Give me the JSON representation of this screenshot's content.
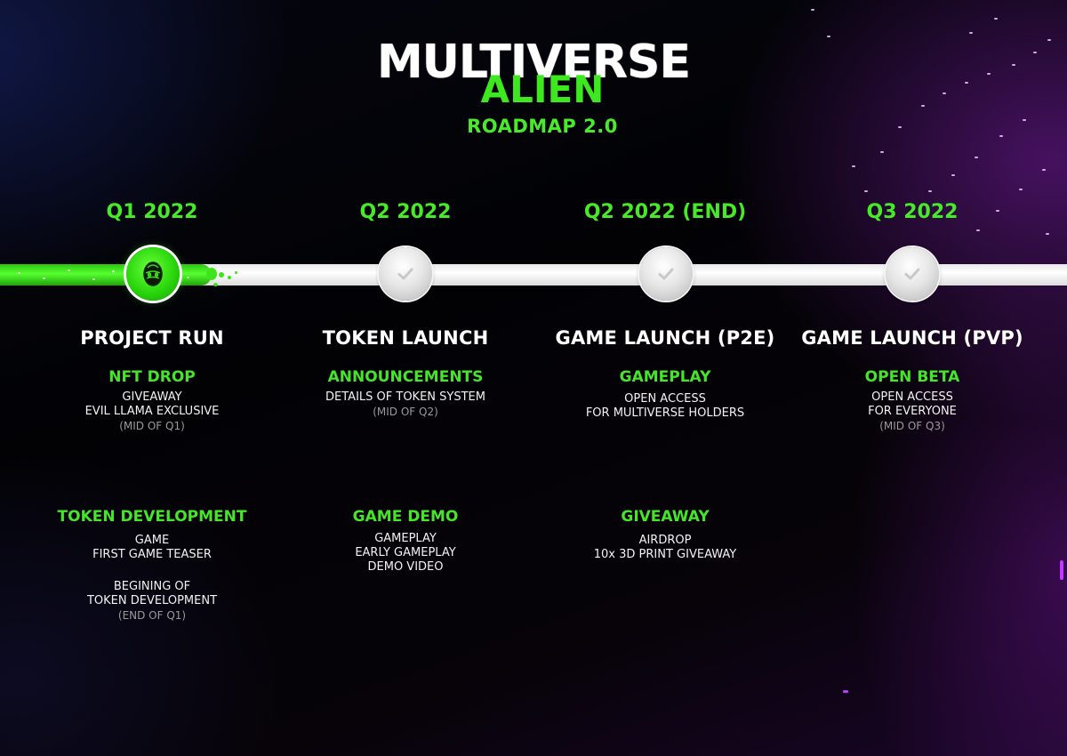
{
  "brand": {
    "title_top": "MULTIVERSE",
    "title_bottom": "ALIEN",
    "subtitle": "ROADMAP 2.0",
    "accent_color": "#3ee81e"
  },
  "timeline": {
    "active_color": "#3ee81e",
    "inactive_color": "#ffffff",
    "milestones": [
      {
        "quarter": "Q1 2022",
        "status": "active",
        "icon": "alien-icon"
      },
      {
        "quarter": "Q2 2022",
        "status": "upcoming",
        "icon": "check-icon"
      },
      {
        "quarter": "Q2 2022 (END)",
        "status": "upcoming",
        "icon": "check-icon"
      },
      {
        "quarter": "Q3 2022",
        "status": "upcoming",
        "icon": "check-icon"
      }
    ]
  },
  "phases": [
    {
      "heading": "PROJECT RUN",
      "blocks": [
        {
          "title": "NFT DROP",
          "lines": [
            "GIVEAWAY",
            "EVIL LLAMA EXCLUSIVE"
          ],
          "note": "(MID OF Q1)"
        },
        {
          "title": "TOKEN DEVELOPMENT",
          "lines": [
            "GAME",
            "FIRST GAME TEASER"
          ],
          "extra_lines": [
            "BEGINING OF",
            "TOKEN DEVELOPMENT"
          ],
          "note": "(END OF Q1)"
        }
      ]
    },
    {
      "heading": "TOKEN LAUNCH",
      "blocks": [
        {
          "title": "ANNOUNCEMENTS",
          "lines": [
            "DETAILS OF TOKEN SYSTEM"
          ],
          "note": "(MID OF Q2)"
        },
        {
          "title": "GAME DEMO",
          "lines": [
            "GAMEPLAY",
            "EARLY GAMEPLAY",
            "DEMO VIDEO"
          ]
        }
      ]
    },
    {
      "heading": "GAME LAUNCH (P2E)",
      "blocks": [
        {
          "title": "GAMEPLAY",
          "lines": [
            "OPEN ACCESS",
            "FOR MULTIVERSE HOLDERS"
          ]
        },
        {
          "title": "GIVEAWAY",
          "lines": [
            "AIRDROP",
            "10x 3D PRINT GIVEAWAY"
          ]
        }
      ]
    },
    {
      "heading": "GAME LAUNCH (PVP)",
      "blocks": [
        {
          "title": "OPEN BETA",
          "lines": [
            "OPEN ACCESS",
            "FOR EVERYONE"
          ],
          "note": "(MID OF Q3)"
        }
      ]
    }
  ]
}
